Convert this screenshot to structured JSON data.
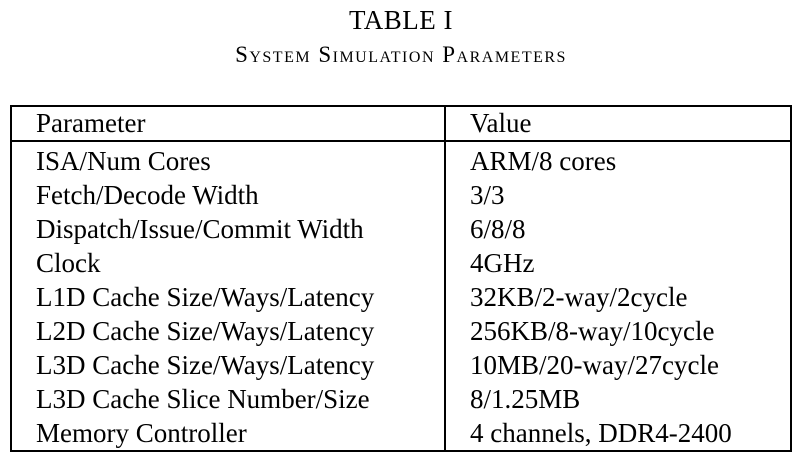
{
  "caption": {
    "number": "TABLE I",
    "title": "System Simulation Parameters"
  },
  "table": {
    "headers": [
      "Parameter",
      "Value"
    ],
    "rows": [
      [
        "ISA/Num Cores",
        "ARM/8 cores"
      ],
      [
        "Fetch/Decode Width",
        "3/3"
      ],
      [
        "Dispatch/Issue/Commit Width",
        "6/8/8"
      ],
      [
        "Clock",
        "4GHz"
      ],
      [
        "L1D Cache Size/Ways/Latency",
        "32KB/2-way/2cycle"
      ],
      [
        "L2D Cache Size/Ways/Latency",
        "256KB/8-way/10cycle"
      ],
      [
        "L3D Cache Size/Ways/Latency",
        "10MB/20-way/27cycle"
      ],
      [
        "L3D Cache Slice Number/Size",
        "8/1.25MB"
      ],
      [
        "Memory Controller",
        "4 channels, DDR4-2400"
      ]
    ]
  }
}
